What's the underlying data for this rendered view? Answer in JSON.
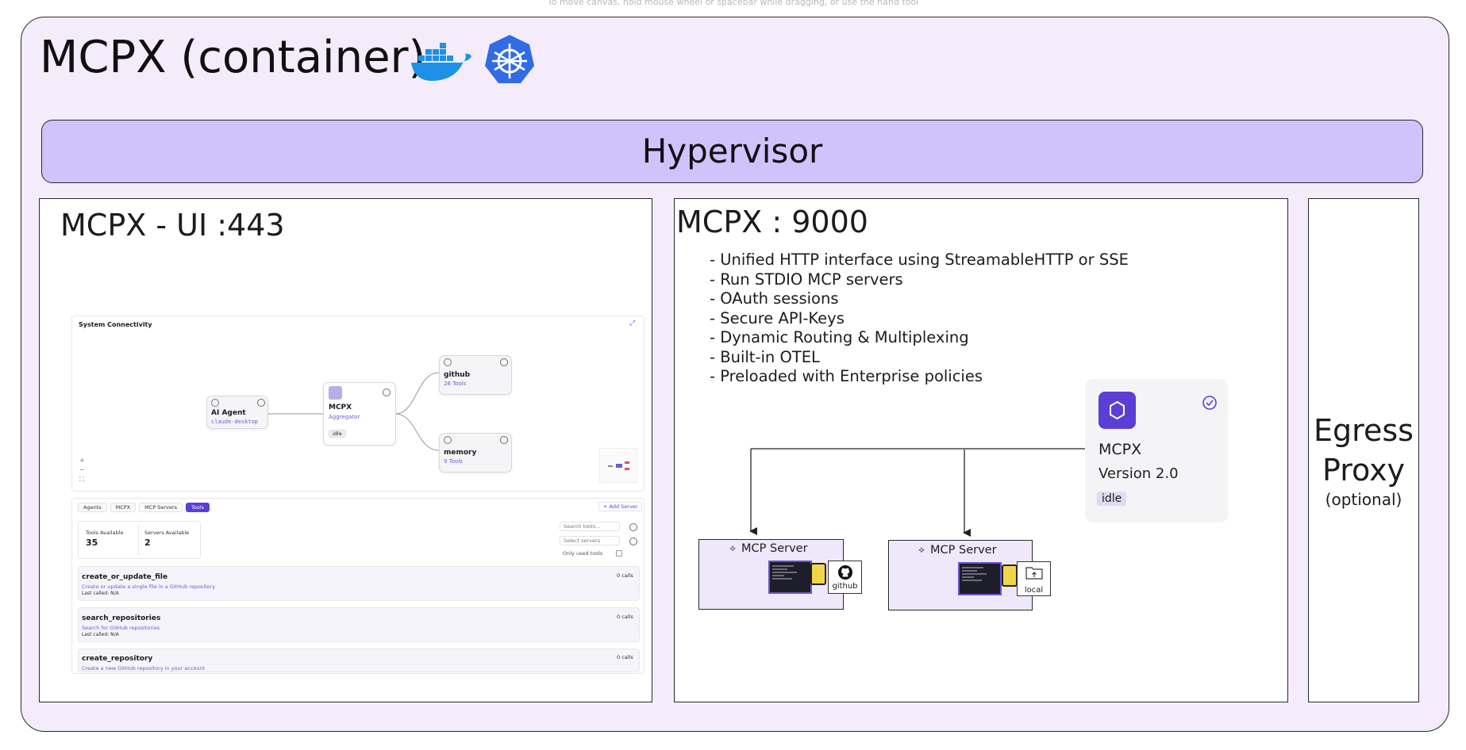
{
  "top_hint": "To move canvas, hold mouse wheel or spacebar while dragging, or use the hand tool",
  "container": {
    "title": "MCPX (container)",
    "icons": [
      "docker-icon",
      "kubernetes-icon"
    ]
  },
  "hypervisor": {
    "label": "Hypervisor"
  },
  "ui_panel": {
    "title": "MCPX - UI :443",
    "screenshot": {
      "graph_title": "System Connectivity",
      "agent": {
        "title": "AI Agent",
        "subtitle": "claude-desktop"
      },
      "mcpx": {
        "title": "MCPX",
        "subtitle": "Aggregator",
        "status": "idle"
      },
      "servers": [
        {
          "title": "github",
          "subtitle": "26 Tools"
        },
        {
          "title": "memory",
          "subtitle": "9 Tools"
        }
      ],
      "controls": [
        "+",
        "−",
        "⛶"
      ],
      "tabs": [
        {
          "label": "Agents",
          "active": false
        },
        {
          "label": "MCPX",
          "active": false
        },
        {
          "label": "MCP Servers",
          "active": false
        },
        {
          "label": "Tools",
          "active": true
        }
      ],
      "add_server_label": "Add Server",
      "stats": [
        {
          "label": "Tools Available",
          "value": "35"
        },
        {
          "label": "Servers Available",
          "value": "2"
        }
      ],
      "search_placeholder": "Search tools...",
      "select_placeholder": "Select servers",
      "only_used_label": "Only used tools",
      "tools": [
        {
          "name": "create_or_update_file",
          "desc": "Create or update a single file in a GitHub repository",
          "last_called": "Last called: N/A",
          "calls": "0 calls"
        },
        {
          "name": "search_repositories",
          "desc": "Search for GitHub repositories",
          "last_called": "Last called: N/A",
          "calls": "0 calls"
        },
        {
          "name": "create_repository",
          "desc": "Create a new GitHub repository in your account",
          "last_called": "",
          "calls": "0 calls"
        }
      ]
    }
  },
  "api_panel": {
    "title": "MCPX : 9000",
    "features": [
      "- Unified HTTP interface using StreamableHTTP or SSE",
      "- Run STDIO MCP servers",
      "- OAuth sessions",
      "- Secure API-Keys",
      "- Dynamic Routing & Multiplexing",
      "- Built-in OTEL",
      "- Preloaded with Enterprise policies"
    ],
    "mcpx_card": {
      "name": "MCPX",
      "version": "Version 2.0",
      "status": "idle"
    },
    "servers": [
      {
        "label": "MCP Server",
        "package": "github"
      },
      {
        "label": "MCP Server",
        "package": "local"
      }
    ]
  },
  "egress_panel": {
    "title_line1": "Egress",
    "title_line2": "Proxy",
    "subtitle": "(optional)"
  },
  "colors": {
    "container_bg": "#f4ecfb",
    "hypervisor_bg": "#d0c3fb",
    "accent": "#5b3fd4",
    "docker": "#1d91e6",
    "kubernetes": "#326ce5"
  }
}
